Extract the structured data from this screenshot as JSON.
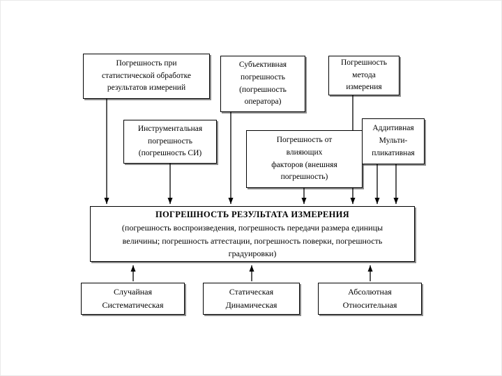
{
  "colors": {
    "background": "#ffffff",
    "box_border": "#000000",
    "connector_line": "#000000",
    "shadow": "#737373"
  },
  "boxes": {
    "statistical": {
      "lines": [
        "Погрешность при",
        "статистической обработке",
        "результатов измерений"
      ]
    },
    "subjective": {
      "lines": [
        "Субъективная",
        "погрешность",
        "(погрешность",
        "оператора)"
      ]
    },
    "method": {
      "lines": [
        "Погрешность",
        "метода",
        "измерения"
      ]
    },
    "instrumental": {
      "lines": [
        "Инструментальная",
        "погрешность",
        "(погрешность СИ)"
      ]
    },
    "influencing": {
      "lines": [
        "Погрешность от",
        "влияющих",
        "факторов (внешняя",
        "погрешность)"
      ]
    },
    "additive_multiplicative": {
      "lines": [
        "Аддитивная",
        "Мульти-",
        "пликативная"
      ]
    },
    "central": {
      "title": "ПОГРЕШНОСТЬ РЕЗУЛЬТАТА ИЗМЕРЕНИЯ",
      "lines": [
        "(погрешность воспроизведения, погрешность передачи размера единицы",
        "величины; погрешность аттестации, погрешность поверки, погрешность",
        "градуировки)"
      ]
    },
    "random_systematic": {
      "lines": [
        "Случайная",
        "Систематическая"
      ]
    },
    "static_dynamic": {
      "lines": [
        "Статическая",
        "Динамическая"
      ]
    },
    "absolute_relative": {
      "lines": [
        "Абсолютная",
        "Относительная"
      ]
    }
  }
}
